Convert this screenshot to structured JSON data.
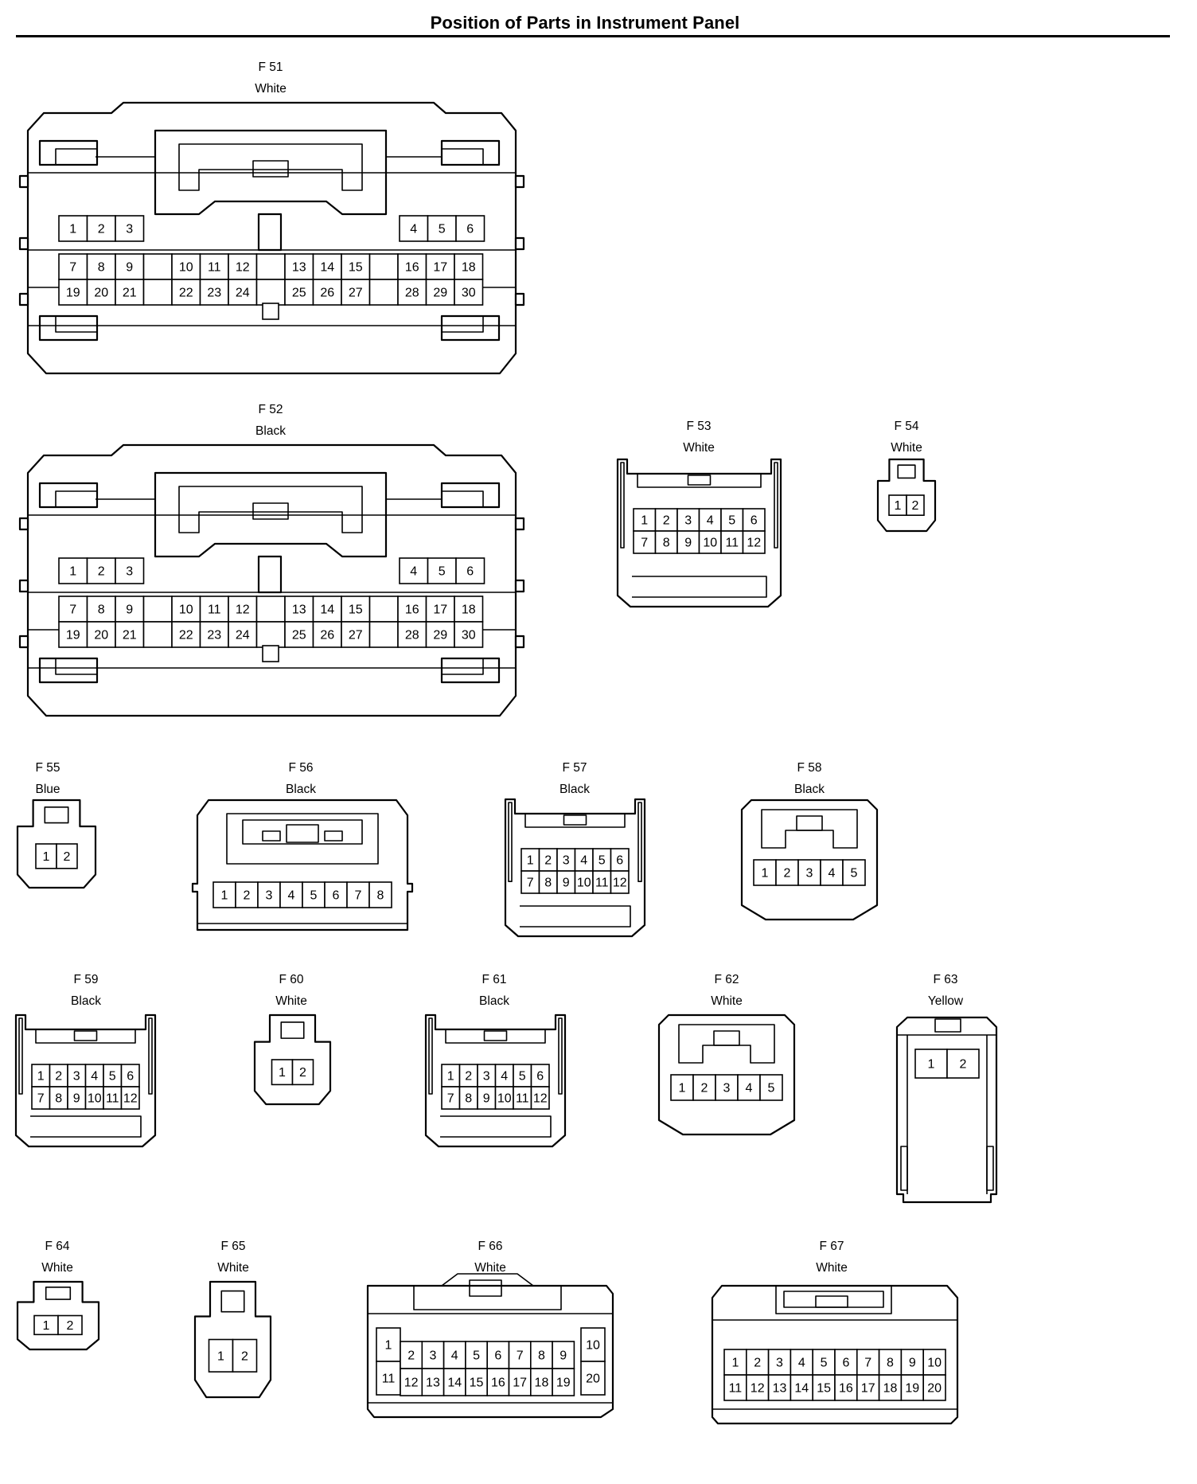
{
  "title": "Position of Parts in Instrument Panel",
  "connectors": [
    {
      "id": "F 51",
      "color": "White"
    },
    {
      "id": "F 52",
      "color": "Black"
    },
    {
      "id": "F 53",
      "color": "White"
    },
    {
      "id": "F 54",
      "color": "White"
    },
    {
      "id": "F 55",
      "color": "Blue"
    },
    {
      "id": "F 56",
      "color": "Black"
    },
    {
      "id": "F 57",
      "color": "Black"
    },
    {
      "id": "F 58",
      "color": "Black"
    },
    {
      "id": "F 59",
      "color": "Black"
    },
    {
      "id": "F 60",
      "color": "White"
    },
    {
      "id": "F 61",
      "color": "Black"
    },
    {
      "id": "F 62",
      "color": "White"
    },
    {
      "id": "F 63",
      "color": "Yellow"
    },
    {
      "id": "F 64",
      "color": "White"
    },
    {
      "id": "F 65",
      "color": "White"
    },
    {
      "id": "F 66",
      "color": "White"
    },
    {
      "id": "F 67",
      "color": "White"
    }
  ],
  "pin_rows": {
    "c30": [
      [
        "1",
        "2",
        "3",
        "",
        "",
        "",
        "",
        "",
        "",
        "",
        "4",
        "5",
        "6"
      ],
      [
        "7",
        "8",
        "9",
        "",
        "10",
        "11",
        "12",
        "",
        "13",
        "14",
        "15",
        "",
        "16",
        "17",
        "18"
      ],
      [
        "19",
        "20",
        "21",
        "",
        "22",
        "23",
        "24",
        "",
        "25",
        "26",
        "27",
        "",
        "28",
        "29",
        "30"
      ]
    ],
    "c12": [
      [
        "1",
        "2",
        "3",
        "4",
        "5",
        "6"
      ],
      [
        "7",
        "8",
        "9",
        "10",
        "11",
        "12"
      ]
    ],
    "c8": [
      [
        "1",
        "2",
        "3",
        "4",
        "5",
        "6",
        "7",
        "8"
      ]
    ],
    "c5": [
      [
        "1",
        "2",
        "3",
        "4",
        "5"
      ]
    ],
    "c2": [
      [
        "1",
        "2"
      ]
    ],
    "c20a": [
      [
        "1",
        "2",
        "3",
        "4",
        "5",
        "6",
        "7",
        "8",
        "9",
        "10"
      ],
      [
        "11",
        "12",
        "13",
        "14",
        "15",
        "16",
        "17",
        "18",
        "19",
        "20"
      ]
    ]
  }
}
